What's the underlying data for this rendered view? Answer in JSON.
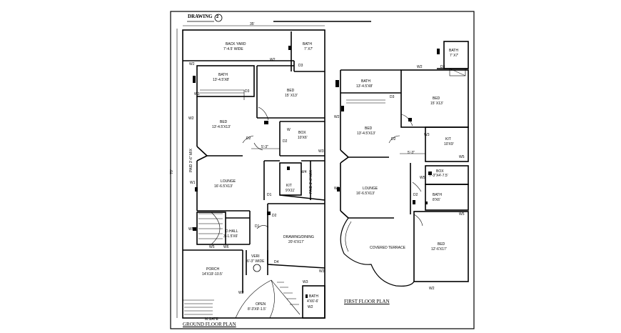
{
  "title_sheet": {
    "drawing_label": "DRAWING",
    "drawing_number": "2"
  },
  "ground_floor": {
    "caption": "GROUND FLOOR PLAN",
    "overall_width": "35'",
    "overall_depth": "70'",
    "paid_mix_left": "PAID 3'-6\" MIX",
    "paid_mix_right": "PAID 3'-6\" MIX",
    "rooms": {
      "back_yard": {
        "name": "BACK YARD",
        "size": "7'-4.5' WIDE"
      },
      "bath_top": {
        "name": "BATH",
        "size": "7' X7'"
      },
      "bath_left": {
        "name": "BATH",
        "size": "13'-4.5'X8'"
      },
      "bed_right": {
        "name": "BED",
        "size": "15' X13'"
      },
      "bed_left": {
        "name": "BED",
        "size": "13'-4.5'X13'"
      },
      "box": {
        "name": "BOX",
        "size": "10'X6'"
      },
      "lounge": {
        "name": "LOUNGE",
        "size": "16'-6.5'X13'"
      },
      "kit": {
        "name": "KIT",
        "size": "9'X11'"
      },
      "dhall": {
        "name": "D.HALL",
        "size": "3'-1.5'X6'"
      },
      "drawing_dining": {
        "name": "DRAWING/DINING",
        "size": "20'-6'X17'"
      },
      "porch": {
        "name": "PORCH",
        "size": "14'X19'-10.5'"
      },
      "veri": {
        "name": "VERI",
        "size": "6'-3\" WIDE"
      },
      "bath_bottom": {
        "name": "BATH",
        "size": "4'X6'-6'"
      },
      "open": {
        "name": "OPEN",
        "size": "8'-3'X9'-1.5'"
      }
    },
    "small_tags": {
      "w2a": "W2",
      "d3a": "D3",
      "w2b": "W2",
      "d3b": "D3",
      "w3a": "W3",
      "w2c": "W2",
      "d2a": "D2",
      "wa": "W",
      "d2b": "D2",
      "w3b": "W3",
      "w1": "W1",
      "d1a": "D1",
      "d1b": "D1",
      "d2c": "D2",
      "w4": "W4",
      "w5a": "W5",
      "w5b": "W5",
      "w6": "W6",
      "d4": "D4",
      "w3c": "W3",
      "w2d": "W2",
      "w3d": "W3",
      "w2e": "W2",
      "dim1": "5'-3\"",
      "gate": "M.GATE"
    }
  },
  "first_floor": {
    "caption": "FIRST FLOOR PLAN",
    "rooms": {
      "bath_top": {
        "name": "BATH",
        "size": "7' X7'"
      },
      "bath_left": {
        "name": "BATH",
        "size": "13'-4.5'X8'"
      },
      "bed_right": {
        "name": "BED",
        "size": "15' X13'"
      },
      "bed_left": {
        "name": "BED",
        "size": "13'-4.5'X13'"
      },
      "kit": {
        "name": "KIT",
        "size": "10'X9'"
      },
      "box": {
        "name": "BOX",
        "size": "7'-3\"X4'-7.5'"
      },
      "lounge": {
        "name": "LOUNGE",
        "size": "16'-6.5'X13'"
      },
      "bath_mid": {
        "name": "BATH",
        "size": "8'X6'"
      },
      "covered_terrace": {
        "name": "COVERED TERRACE",
        "size": ""
      },
      "bed_bottom": {
        "name": "BED",
        "size": "12'-6'X17'"
      }
    },
    "small_tags": {
      "w2a": "W2",
      "d3a": "D3",
      "d3b": "D3",
      "w2b": "W2",
      "d2a": "D2",
      "w3": "W3",
      "w5a": "W5",
      "dim1": "5'-3\"",
      "w5b": "W5",
      "d2b": "D2",
      "w3b": "W3",
      "w5c": "W5",
      "w2c": "W2"
    }
  },
  "colors": {
    "line": "#000000",
    "background": "#ffffff"
  }
}
